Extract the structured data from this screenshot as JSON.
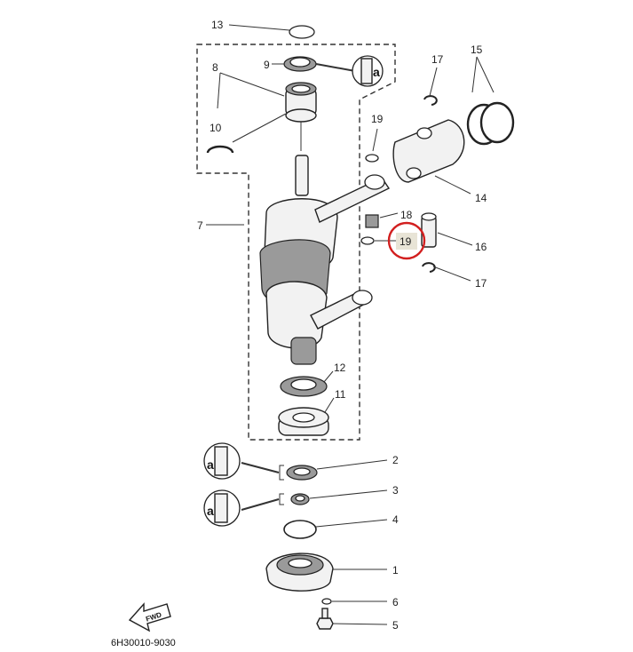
{
  "diagram_code": "6H30010-9030",
  "fwd_label": "FWD",
  "highlight": {
    "part": "19",
    "color": "#d21f1f",
    "fill": "#e8e4d6"
  },
  "callouts": {
    "c13": "13",
    "c9": "9",
    "c8": "8",
    "c10": "10",
    "c7": "7",
    "c17a": "17",
    "c15": "15",
    "c19a": "19",
    "c14": "14",
    "c18": "18",
    "c19b": "19",
    "c16": "16",
    "c17b": "17",
    "c12": "12",
    "c11": "11",
    "c2": "2",
    "c3": "3",
    "c4": "4",
    "c1": "1",
    "c6": "6",
    "c5": "5"
  }
}
